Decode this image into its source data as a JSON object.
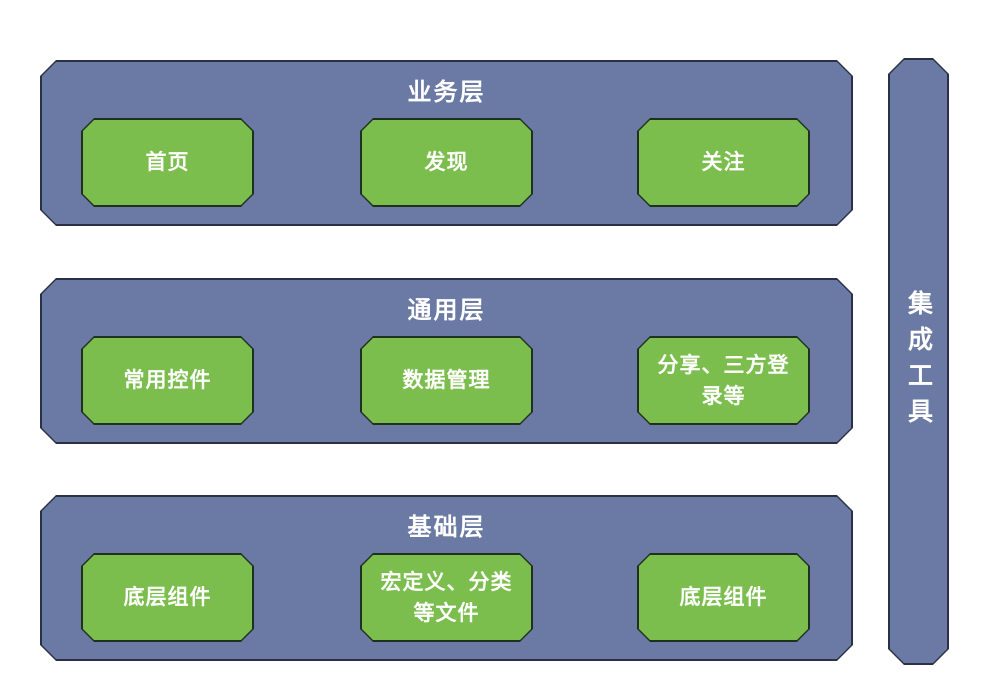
{
  "colors": {
    "layer_fill": "#6A7AA4",
    "layer_border": "#2B3144",
    "box_fill": "#7CBE4E",
    "box_border": "#20301F",
    "text": "#FFFFFF",
    "background": "#FFFFFF"
  },
  "layers": [
    {
      "title": "业务层",
      "boxes": [
        {
          "label": "首页"
        },
        {
          "label": "发现"
        },
        {
          "label": "关注"
        }
      ]
    },
    {
      "title": "通用层",
      "boxes": [
        {
          "label": "常用控件"
        },
        {
          "label": "数据管理"
        },
        {
          "label": "分享、三方登录等"
        }
      ]
    },
    {
      "title": "基础层",
      "boxes": [
        {
          "label": "底层组件"
        },
        {
          "label": "宏定义、分类等文件"
        },
        {
          "label": "底层组件"
        }
      ]
    }
  ],
  "sidebar": {
    "label": "集成工具"
  }
}
